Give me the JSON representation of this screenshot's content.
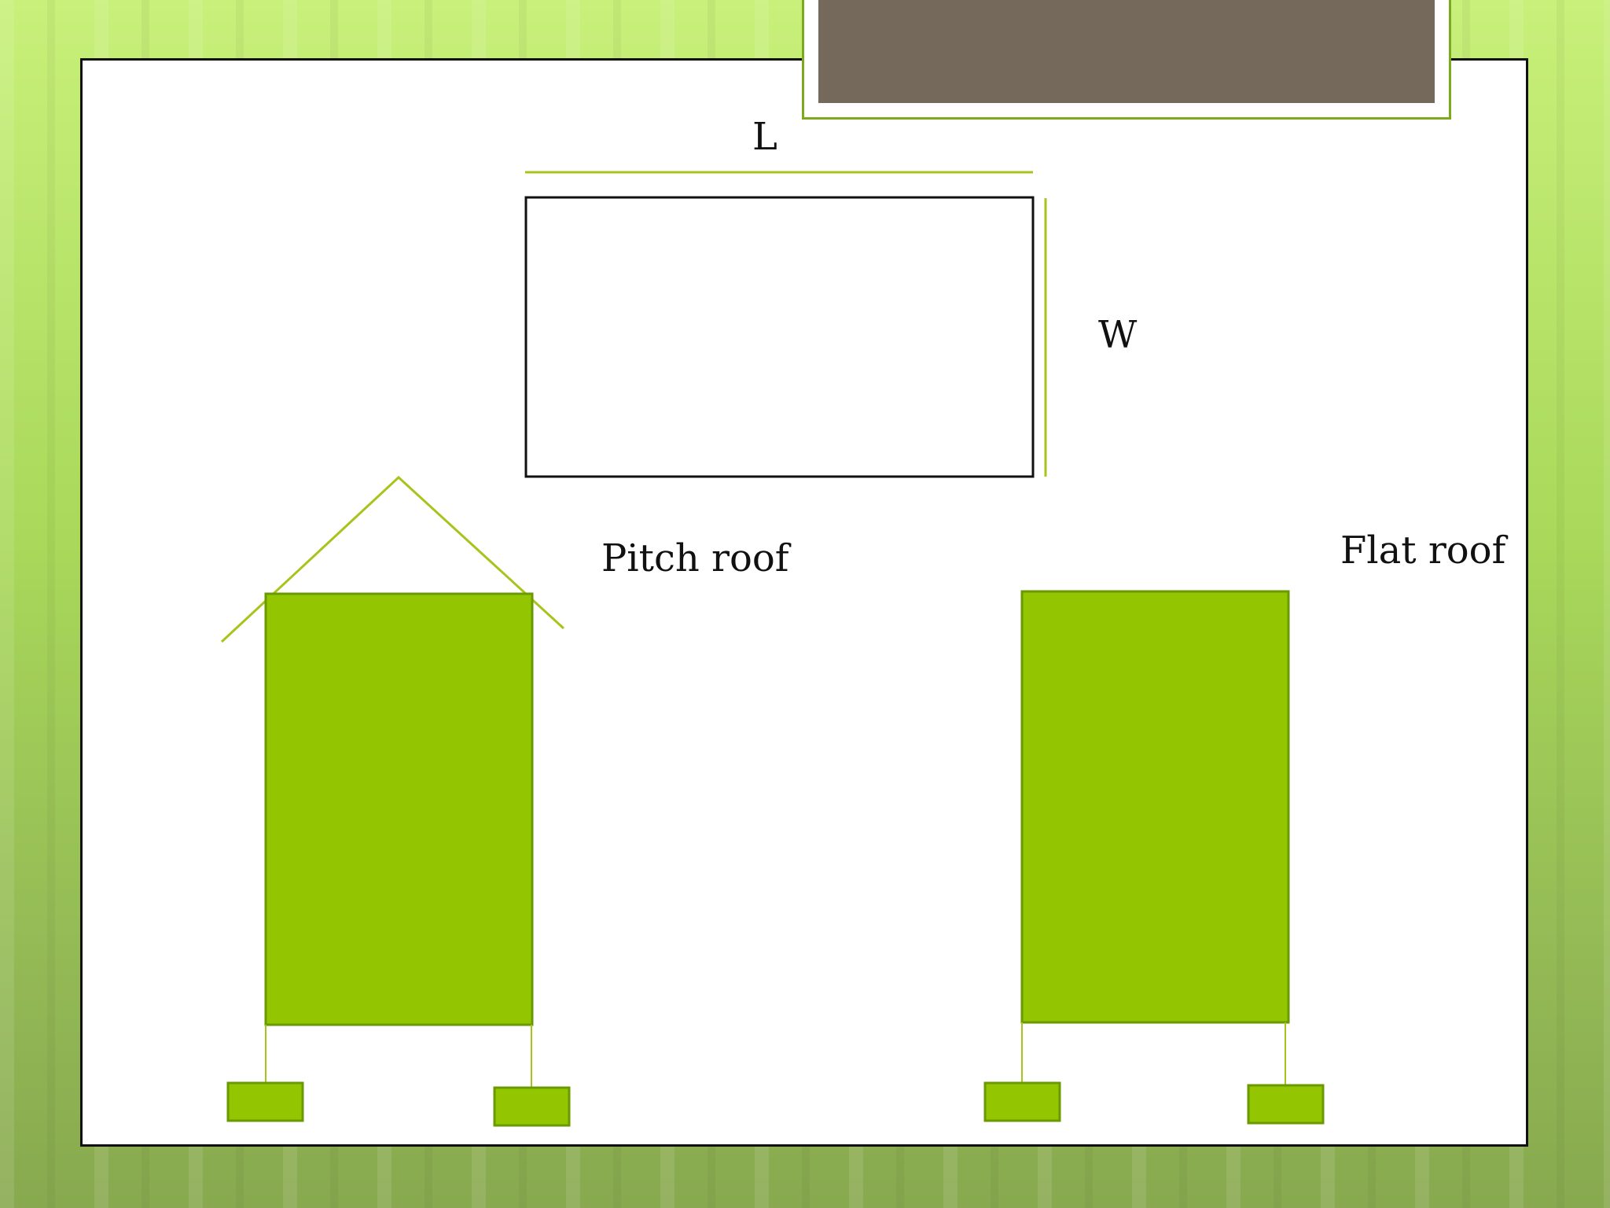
{
  "slide": {
    "title": ""
  },
  "labels": {
    "length": "L",
    "width": "W",
    "pitch_roof": "Pitch roof",
    "flat_roof": "Flat roof"
  },
  "colors": {
    "building_fill": "#93c600",
    "building_stroke": "#6a9a00",
    "dimension_line": "#a8c41c",
    "plan_stroke": "#111111",
    "title_box": "#74695b",
    "title_border": "#7aaa1e"
  }
}
